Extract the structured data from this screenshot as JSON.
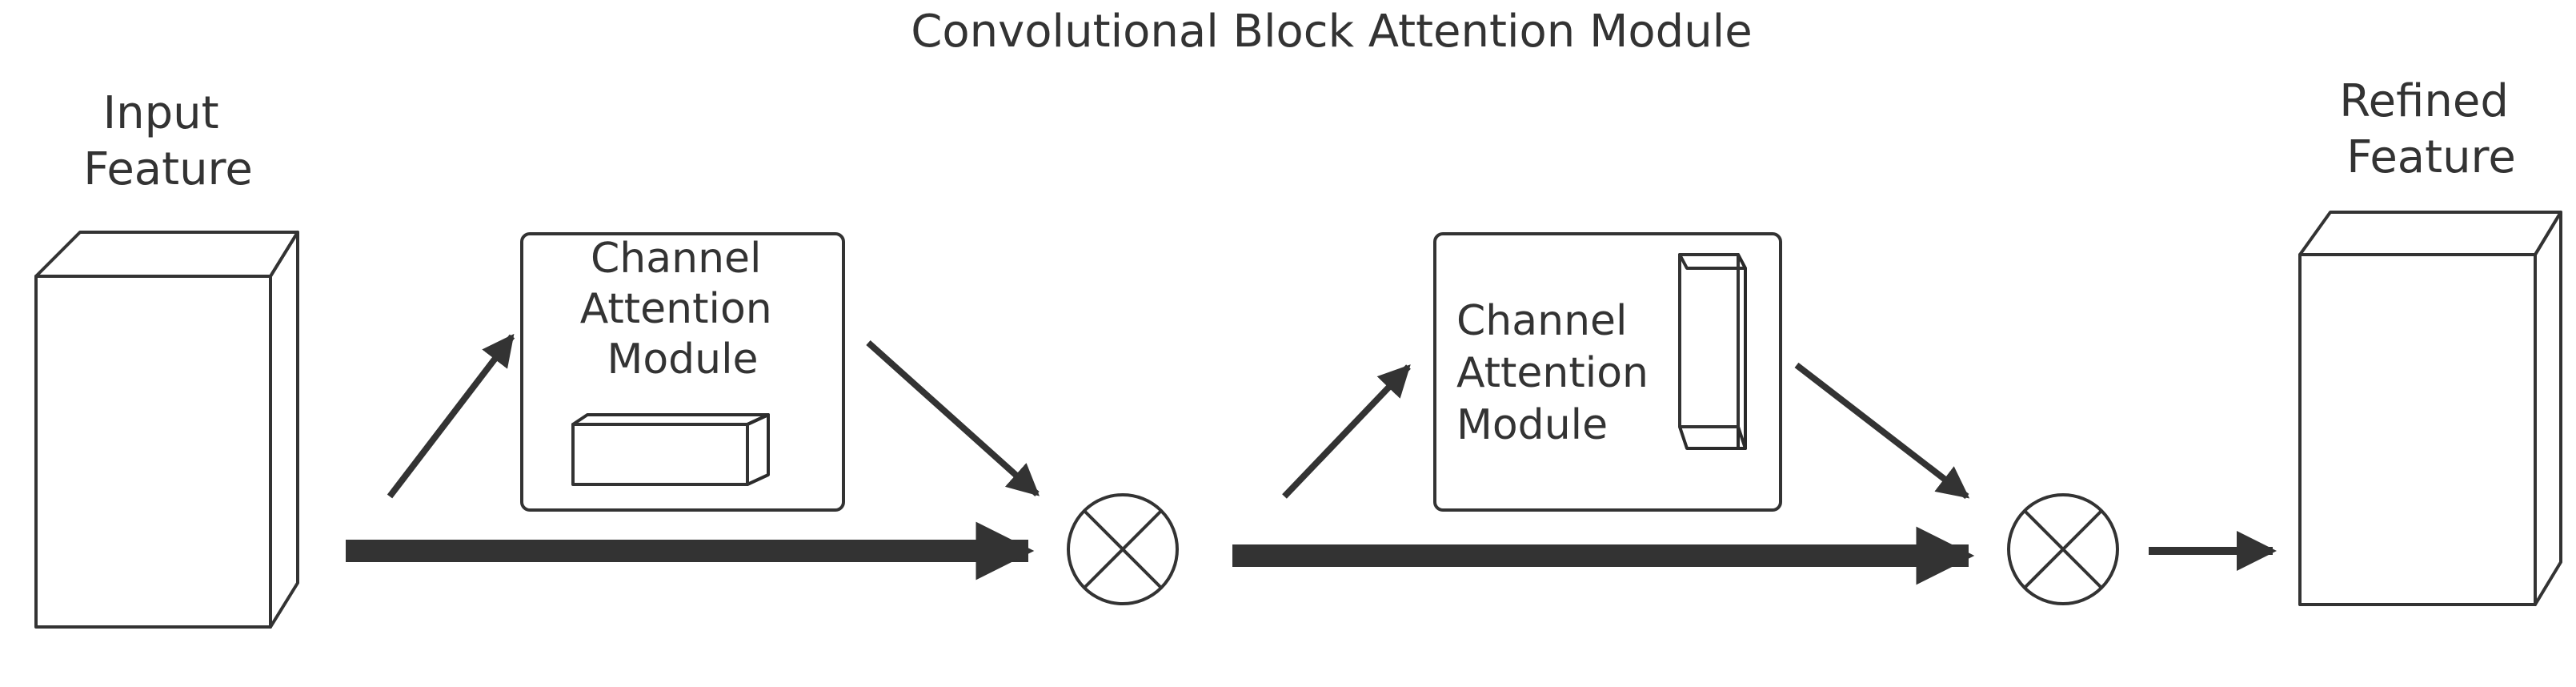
{
  "title": "Convolutional Block Attention Module",
  "input": {
    "lines": [
      "Input",
      "Feature"
    ]
  },
  "output": {
    "lines": [
      "Refined",
      "Feature"
    ]
  },
  "module1": {
    "lines": [
      "Channel",
      "Attention",
      "Module"
    ]
  },
  "module2": {
    "lines": [
      "Channel",
      "Attention",
      "Module"
    ]
  },
  "colors": {
    "input_front": "#DCF3F3",
    "input_top": "#C8DEDE",
    "input_side": "#BCD6D6",
    "output_front": "#96DCE0",
    "output_top": "#79C4C7",
    "output_side": "#6BBDC0",
    "module1_bar": "#96DC6A",
    "module2_bar": "#E6E9EC",
    "stroke": "#333333"
  },
  "icons": [
    "multiply-icon",
    "multiply-icon"
  ]
}
